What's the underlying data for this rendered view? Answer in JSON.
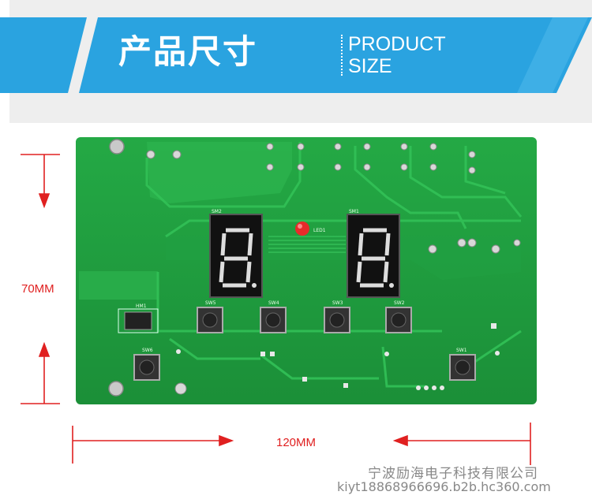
{
  "header": {
    "title_cn": "产品尺寸",
    "title_en_line1": "PRODUCT",
    "title_en_line2": "SIZE",
    "accent_color": "#2aa3e0"
  },
  "dimensions": {
    "height_label": "70MM",
    "width_label": "120MM",
    "arrow_color": "#e02020"
  },
  "board": {
    "pcb_color": "#1f9a3e",
    "displays": [
      "SM2",
      "SM1"
    ],
    "led_label": "LED1",
    "buttons": [
      "SW5",
      "SW4",
      "SW3",
      "SW2",
      "SW6",
      "SW1"
    ],
    "buzzer_label": "HM1"
  },
  "watermark": {
    "company": "宁波励海电子科技有限公司",
    "url": "kiyt18868966696.b2b.hc360.com"
  }
}
